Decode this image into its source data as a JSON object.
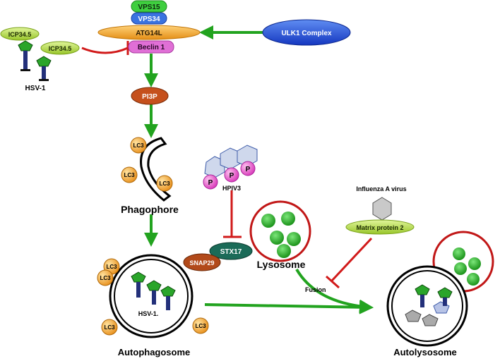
{
  "proteins": {
    "vps15": "VPS15",
    "vps34": "VPS34",
    "atg14l": "ATG14L",
    "beclin1": "Beclin 1",
    "ulk1": "ULK1 Complex",
    "pi3p": "PI3P",
    "snap29": "SNAP29",
    "stx17": "STX17",
    "matrix_protein2": "Matrix protein 2"
  },
  "viruses": {
    "icp_left": "ICP34.5",
    "icp_right": "ICP34.5",
    "hsv_top": "HSV-1",
    "hsv_auto": "HSV-1.",
    "hpiv3": "HPIV3",
    "influenza": "Influenza A virus",
    "phospho": "P"
  },
  "lc3": {
    "label": "LC3"
  },
  "structures": {
    "phagophore": "Phagophore",
    "autophagosome": "Autophagosome",
    "lysosome": "Lysosome",
    "autolysosome": "Autolysosome",
    "fusion": "Fusion"
  },
  "colors": {
    "activation": "#22a31f",
    "inhibition": "#d11a1a",
    "atg14l": "#f6a935",
    "beclin1": "#e06fd6",
    "vps15": "#3fce3f",
    "vps34": "#3a73e0",
    "ulk1": "#2450d8",
    "pi3p": "#c5501c",
    "lc3": "#f4a32a",
    "icp": "#b5dc45",
    "snap29": "#b24a1a",
    "stx17": "#1b6b58",
    "lysosome_border": "#c11717",
    "lysosome_granule": "#1fa51b",
    "phospho": "#e447c6"
  }
}
